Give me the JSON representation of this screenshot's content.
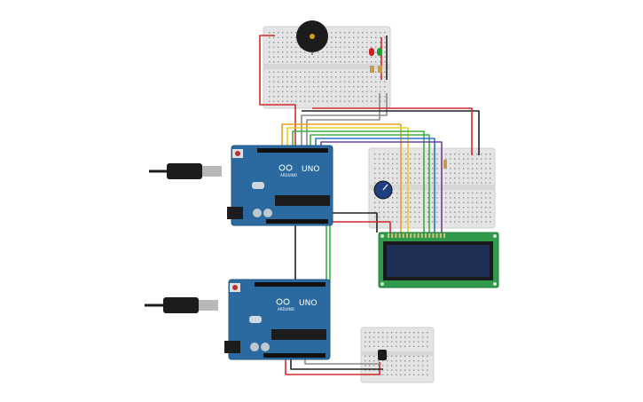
{
  "canvas": {
    "background": "#ffffff",
    "description_colors": {
      "arduino_board": "#2a6aa0",
      "breadboard": "#e6e6e6",
      "lcd_body": "#2e9a4a",
      "lcd_screen": "#1f2f55"
    }
  },
  "components": {
    "arduino_top": {
      "brand_text": "UNO",
      "sub_text": "ARDUINO"
    },
    "arduino_bottom": {
      "brand_text": "UNO",
      "sub_text": "ARDUINO"
    },
    "icons": {
      "buzzer": "piezo-buzzer-icon",
      "leds": "led-icon",
      "potentiometer": "potentiometer-icon",
      "sensor": "temperature-sensor-icon",
      "usb": "usb-cable-icon"
    }
  },
  "wire_colors": {
    "red": "#d42a2a",
    "black": "#222222",
    "grey": "#8a8a8a",
    "orange": "#f0a020",
    "yellow": "#e8d020",
    "green": "#3cb043",
    "blue": "#3070d0",
    "purple": "#7040a0"
  }
}
